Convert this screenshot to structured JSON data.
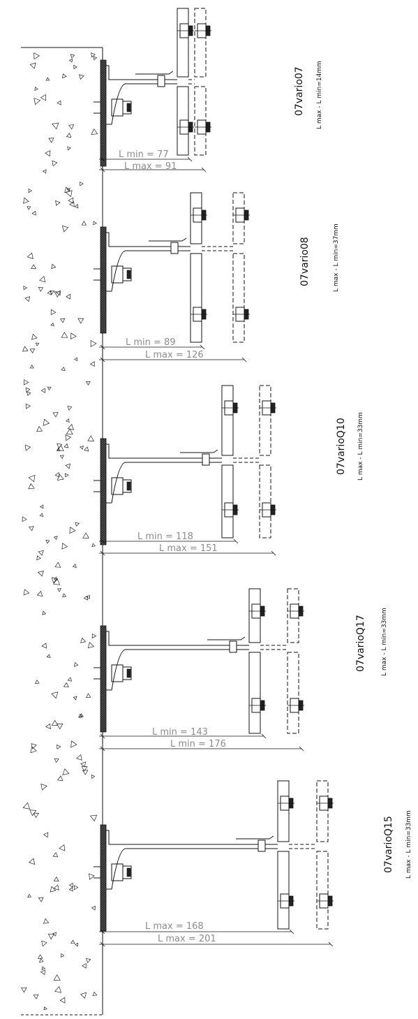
{
  "drawing_title": "",
  "brackets": [
    {
      "model": "07vario07",
      "difference": "L max - L min=14mm",
      "dim1": "L min = 77",
      "dim2": "L max = 91"
    },
    {
      "model": "07vario08",
      "difference": "L max - L min=37mm",
      "dim1": "L min = 89",
      "dim2": "L max = 126"
    },
    {
      "model": "07varioQ10",
      "difference": "L max - L min=33mm",
      "dim1": "L min = 118",
      "dim2": "L max = 151"
    },
    {
      "model": "07varioQ17",
      "difference": "L max - L min=33mm",
      "dim1": "L min = 143",
      "dim2": "L min = 176"
    },
    {
      "model": "07varioQ15",
      "difference": "L max - L min=33mm",
      "dim1": "L max = 168",
      "dim2": "L max = 201"
    }
  ],
  "colors": {
    "line": "#111111",
    "dimension_text": "#8c8c8c",
    "plate_hatch": "#333333"
  }
}
